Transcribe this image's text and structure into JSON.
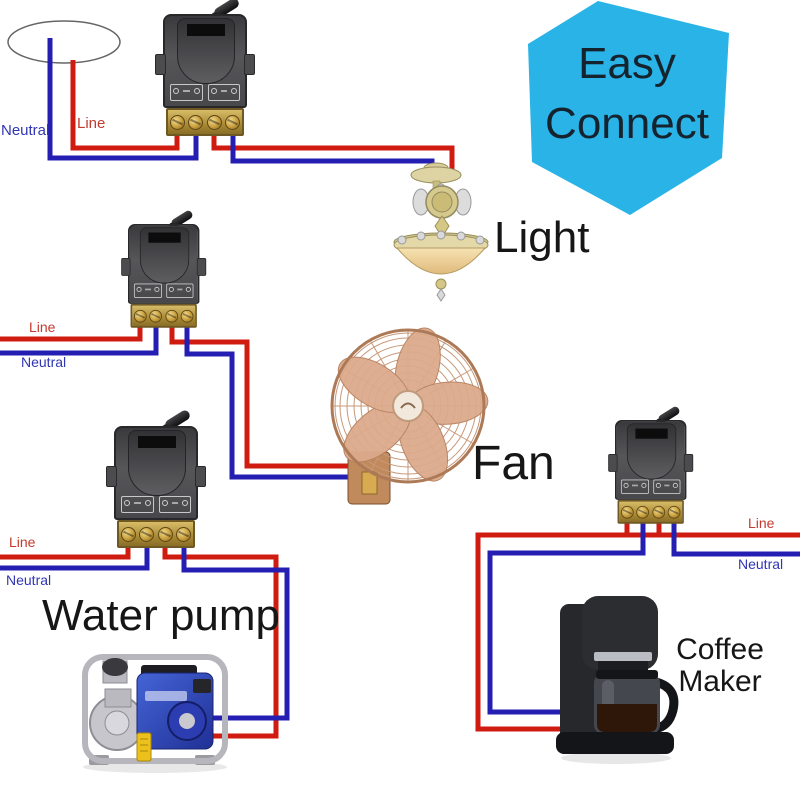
{
  "badge": {
    "line1": "Easy",
    "line2": "Connect"
  },
  "labels": {
    "source_neutral": "Neutral",
    "source_line": "Line",
    "fan_relay_line": "Line",
    "fan_relay_neutral": "Neutral",
    "pump_relay_line": "Line",
    "pump_relay_neutral": "Neutral",
    "coffee_relay_line": "Line",
    "coffee_relay_neutral": "Neutral"
  },
  "appliances": {
    "light": "Light",
    "fan": "Fan",
    "water_pump": "Water pump",
    "coffee_maker_line1": "Coffee",
    "coffee_maker_line2": "Maker"
  },
  "colors": {
    "wire_line": "#cf1b10",
    "wire_neutral": "#241fb2",
    "label_line": "#c33a2e",
    "label_neutral": "#3036b2",
    "badge_bg": "#29b3e7",
    "badge_text": "#15232f"
  }
}
